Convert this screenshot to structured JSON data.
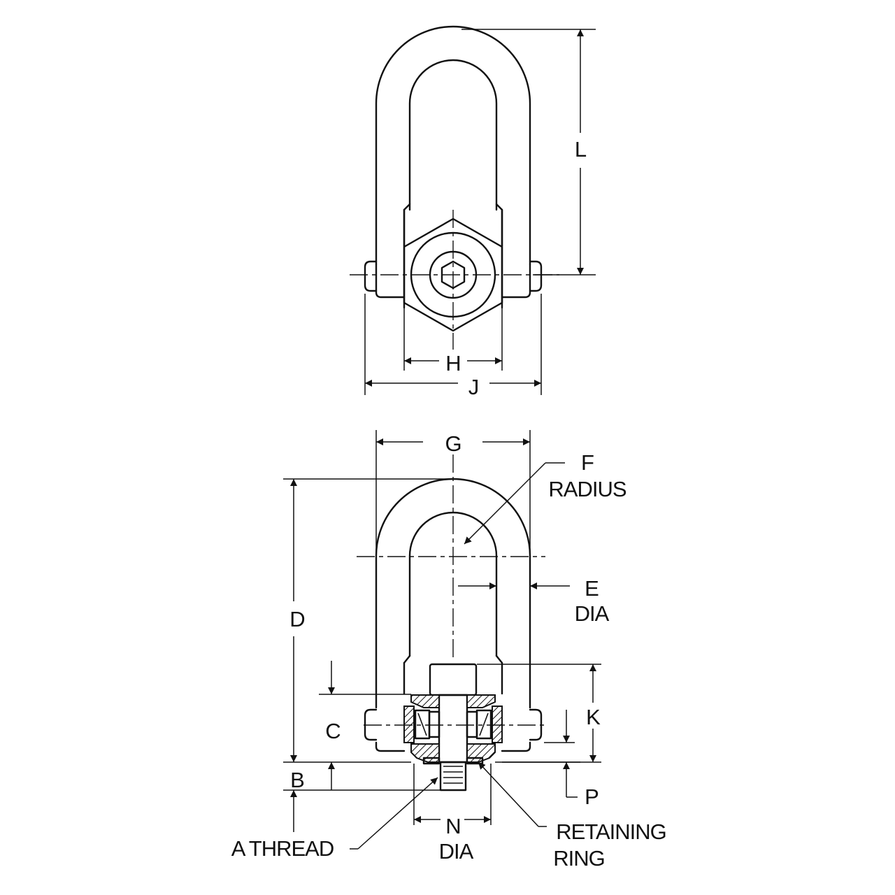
{
  "labels": {
    "L": "L",
    "H": "H",
    "J": "J",
    "G": "G",
    "F": "F",
    "radius": "RADIUS",
    "D": "D",
    "E": "E",
    "e_dia": "DIA",
    "C": "C",
    "K": "K",
    "B": "B",
    "P": "P",
    "N": "N",
    "n_dia": "DIA",
    "a_thread": "A THREAD",
    "retaining": "RETAINING",
    "ring": "RING"
  }
}
